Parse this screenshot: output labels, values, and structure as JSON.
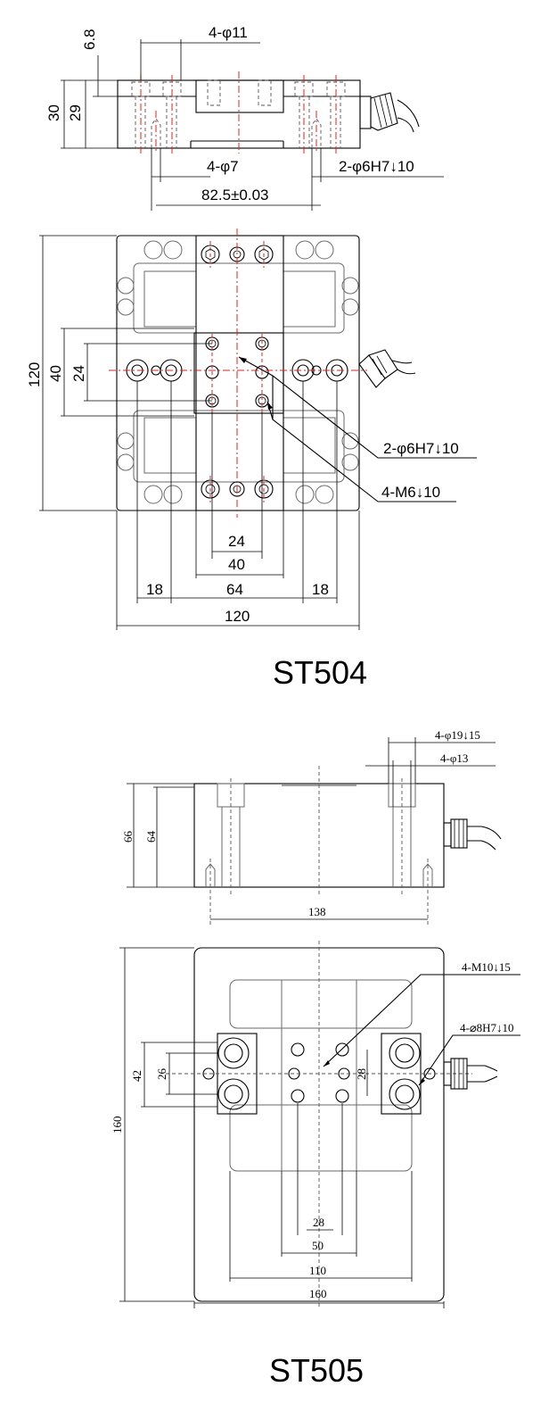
{
  "st504": {
    "model": "ST504",
    "side": {
      "height_total": "30",
      "height_body": "29",
      "top_offset": "6.8",
      "cbore": "4-φ11",
      "thru": "4-φ7",
      "pin": "2-φ6H7↓10",
      "pitch": "82.5±0.03"
    },
    "top": {
      "height": "120",
      "h40": "40",
      "h24": "24",
      "pin": "2-φ6H7↓10",
      "thread": "4-M6↓10",
      "w24": "24",
      "w40": "40",
      "w18a": "18",
      "w64": "64",
      "w18b": "18",
      "width": "120"
    }
  },
  "st505": {
    "model": "ST505",
    "side": {
      "height_total": "66",
      "height_body": "64",
      "cbore": "4-φ19↓15",
      "thru": "4-φ13",
      "pitch": "138"
    },
    "top": {
      "height": "160",
      "h42": "42",
      "h26": "26",
      "h28": "28",
      "thread": "4-M10↓15",
      "pin": "4-⌀8H7↓10",
      "w28": "28",
      "w50": "50",
      "w110": "110",
      "width": "160"
    }
  }
}
